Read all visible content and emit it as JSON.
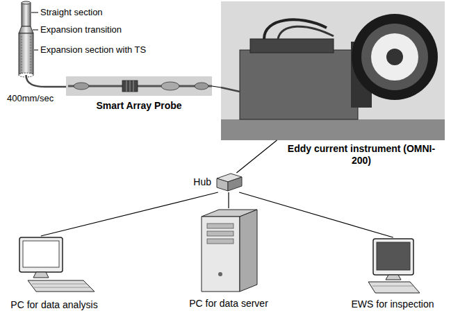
{
  "diagram": {
    "nodes": [
      {
        "text": [
          "Smart Array Probe"
        ]
      },
      {
        "text": [
          "Eddy current instrument (OMNI-200)"
        ]
      },
      {
        "text": [
          "Hub"
        ]
      },
      {
        "text": [
          "PC for data analysis"
        ]
      },
      {
        "text": [
          "PC for data server"
        ]
      },
      {
        "text": [
          "EWS for inspection"
        ]
      }
    ],
    "edges": [
      {
        "from": 0,
        "to": 1,
        "arrow": "none"
      },
      {
        "from": 1,
        "to": 2,
        "arrow": "none"
      },
      {
        "from": 2,
        "to": 3,
        "arrow": "none"
      },
      {
        "from": 2,
        "to": 4,
        "arrow": "none"
      },
      {
        "from": 2,
        "to": 5,
        "arrow": "none"
      }
    ],
    "labels": [
      "Straight section",
      "Expansion transition",
      "Expansion section with TS",
      "400mm/sec"
    ]
  }
}
